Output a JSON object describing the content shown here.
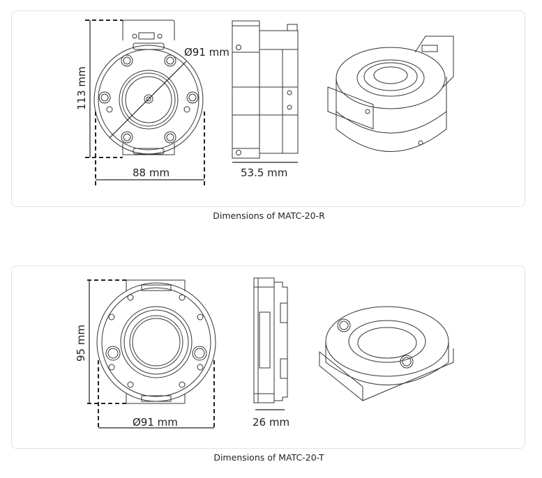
{
  "figures": [
    {
      "caption": "Dimensions of MATC-20-R",
      "dimensions": {
        "height": "113 mm",
        "diameter": "Ø91 mm",
        "width": "88 mm",
        "depth": "53.5 mm"
      }
    },
    {
      "caption": "Dimensions of MATC-20-T",
      "dimensions": {
        "height": "95 mm",
        "diameter": "Ø91 mm",
        "depth": "26 mm"
      }
    }
  ]
}
